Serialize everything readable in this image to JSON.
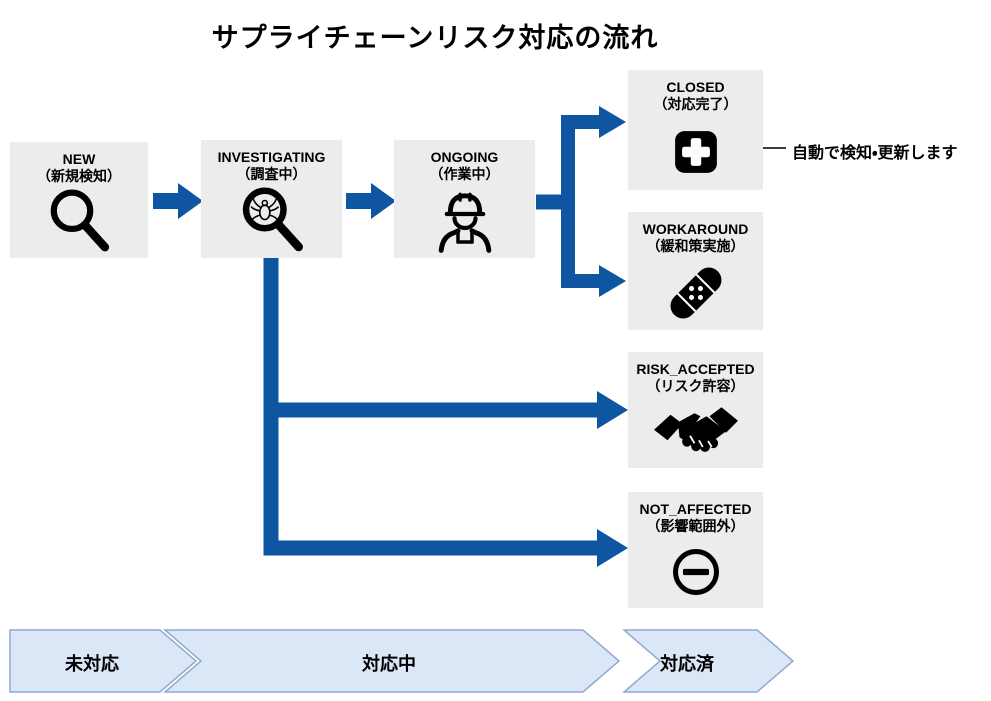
{
  "title": "サプライチェーンリスク対応の流れ",
  "nodes": {
    "new": {
      "label": "NEW",
      "sublabel": "（新規検知）",
      "icon": "magnifier-icon"
    },
    "investigating": {
      "label": "INVESTIGATING",
      "sublabel": "（調査中）",
      "icon": "bug-magnifier-icon"
    },
    "ongoing": {
      "label": "ONGOING",
      "sublabel": "（作業中）",
      "icon": "worker-icon"
    },
    "closed": {
      "label": "CLOSED",
      "sublabel": "（対応完了）",
      "icon": "medical-cross-icon"
    },
    "workaround": {
      "label": "WORKAROUND",
      "sublabel": "（緩和策実施）",
      "icon": "bandage-icon"
    },
    "risk_accepted": {
      "label": "RISK_ACCEPTED",
      "sublabel": "（リスク許容）",
      "icon": "handshake-icon"
    },
    "not_affected": {
      "label": "NOT_AFFECTED",
      "sublabel": "（影響範囲外）",
      "icon": "no-entry-icon"
    }
  },
  "annotation": "自動で検知・更新します",
  "phases": [
    {
      "label": "未対応"
    },
    {
      "label": "対応中"
    },
    {
      "label": "対応済"
    }
  ],
  "colors": {
    "arrow_blue": "#0e56a2",
    "node_background": "#ececec",
    "icon_black": "#000000",
    "phase_fill": "#dbe7f7",
    "phase_border": "#8faad2"
  }
}
